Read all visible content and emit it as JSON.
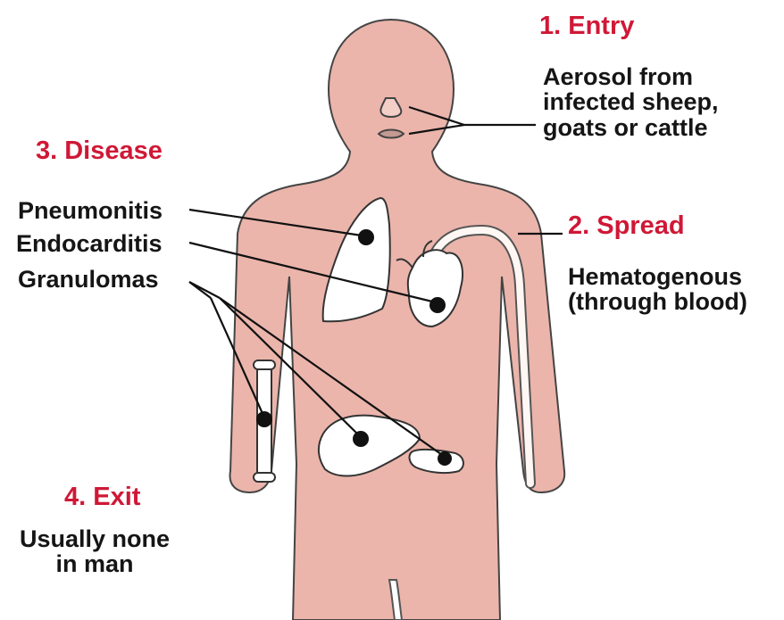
{
  "stages": {
    "entry": {
      "title": "1. Entry",
      "description": "Aerosol from\ninfected sheep,\ngoats or cattle"
    },
    "spread": {
      "title": "2. Spread",
      "description": "Hematogenous\n(through blood)"
    },
    "disease": {
      "title": "3. Disease",
      "items": [
        "Pneumonitis",
        "Endocarditis",
        "Granulomas"
      ]
    },
    "exit": {
      "title": "4. Exit",
      "description": "Usually none\nin man"
    }
  },
  "colors": {
    "body": "#ebb5ab",
    "outline": "#222222",
    "organ": "#ffffff",
    "title_red": "#d01836",
    "text": "#151515"
  },
  "icons": {
    "lesion_marker": "black-dot",
    "lung": "lung-outline",
    "heart": "heart-outline",
    "liver": "liver-outline",
    "spleen": "spleen-outline",
    "bone": "bone-outline"
  }
}
